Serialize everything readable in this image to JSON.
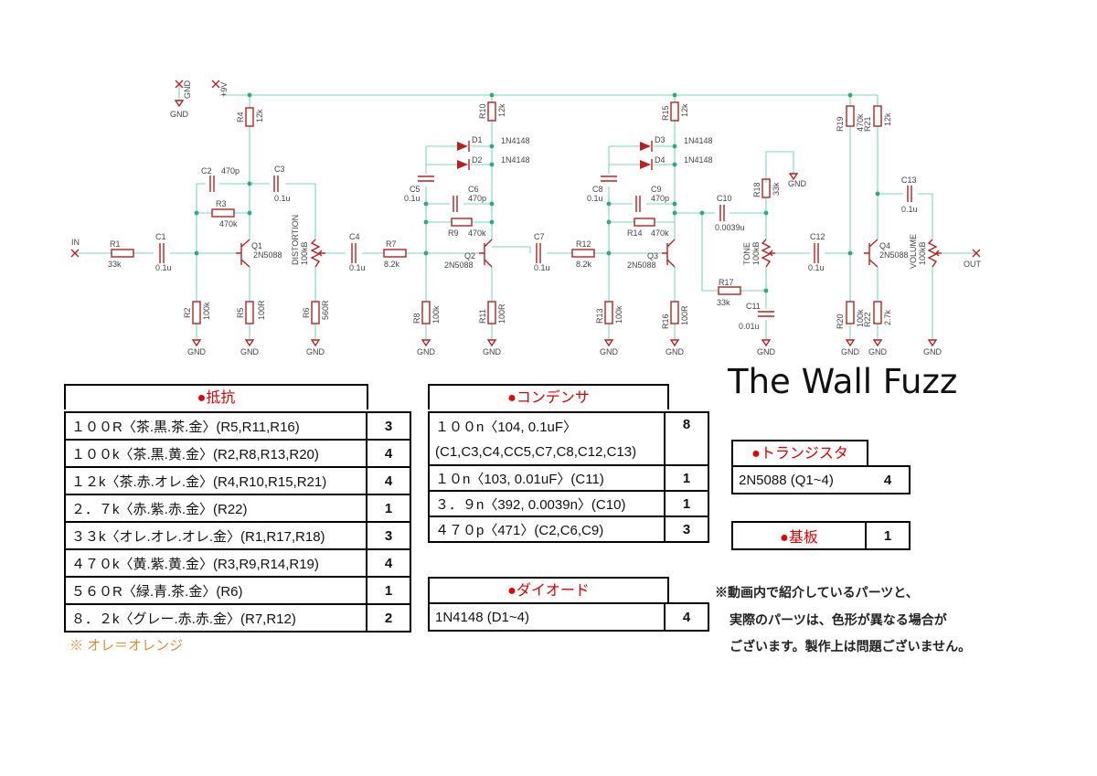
{
  "schematic": {
    "labels": {
      "in": "IN",
      "out": "OUT",
      "vcc": "+9V",
      "gnd": "GND",
      "r1": "R1",
      "r1v": "33k",
      "c1": "C1",
      "c1v": "0.1u",
      "c2": "C2",
      "c2v": "470p",
      "c3": "C3",
      "c3v": "0.1u",
      "r3": "R3",
      "r3v": "470k",
      "r4": "R4",
      "r4v": "12k",
      "q1": "Q1",
      "q1v": "2N5088",
      "r2": "R2",
      "r2v": "100k",
      "r5": "R5",
      "r5v": "100R",
      "dist": "DISTORTION",
      "distv": "100kB",
      "r6": "R6",
      "r6v": "560R",
      "c4": "C4",
      "c4v": "0.1u",
      "r7": "R7",
      "r7v": "8.2k",
      "r8": "R8",
      "r8v": "100k",
      "r10": "R10",
      "r10v": "12k",
      "d1": "D1",
      "d1v": "1N4148",
      "d2": "D2",
      "d2v": "1N4148",
      "c5": "C5",
      "c5v": "0.1u",
      "c6": "C6",
      "c6v": "470p",
      "r9": "R9",
      "r9v": "470k",
      "q2": "Q2",
      "q2v": "2N5088",
      "r11": "R11",
      "r11v": "100R",
      "c7": "C7",
      "c7v": "0.1u",
      "r12": "R12",
      "r12v": "8.2k",
      "r13": "R13",
      "r13v": "100k",
      "r15": "R15",
      "r15v": "12k",
      "d3": "D3",
      "d3v": "1N4148",
      "d4": "D4",
      "d4v": "1N4148",
      "c8": "C8",
      "c8v": "0.1u",
      "c9": "C9",
      "c9v": "470p",
      "r14": "R14",
      "r14v": "470k",
      "q3": "Q3",
      "q3v": "2N5088",
      "r16": "R16",
      "r16v": "100R",
      "c10": "C10",
      "c10v": "0.0039u",
      "r18": "R18",
      "r18v": "33k",
      "tone": "TONE",
      "tonev": "100kB",
      "r17": "R17",
      "r17v": "33k",
      "c11": "C11",
      "c11v": "0.01u",
      "c12": "C12",
      "c12v": "0.1u",
      "r19": "R19",
      "r19v": "470k",
      "r21": "R21",
      "r21v": "12k",
      "c13": "C13",
      "c13v": "0.1u",
      "q4": "Q4",
      "q4v": "2N5088",
      "r20": "R20",
      "r20v": "100k",
      "r22": "R22",
      "r22v": "2.7k",
      "vol": "VOLUME",
      "volv": "100kB"
    }
  },
  "title": "The Wall Fuzz",
  "resistors": {
    "header": "抵抗",
    "rows": [
      {
        "desc": "１００R〈茶.黒.茶.金〉(R5,R11,R16)",
        "qty": "3"
      },
      {
        "desc": "１００k〈茶.黒.黄.金〉(R2,R8,R13,R20)",
        "qty": "4"
      },
      {
        "desc": "１２k〈茶.赤.オレ.金〉(R4,R10,R15,R21)",
        "qty": "4"
      },
      {
        "desc": "２．７k〈赤.紫.赤.金〉(R22)",
        "qty": "1"
      },
      {
        "desc": "３３k〈オレ.オレ.オレ.金〉(R1,R17,R18)",
        "qty": "3"
      },
      {
        "desc": "４７０k〈黄.紫.黄.金〉(R3,R9,R14,R19)",
        "qty": "4"
      },
      {
        "desc": "５６０R〈緑.青.茶.金〉(R6)",
        "qty": "1"
      },
      {
        "desc": "８．２k〈グレー.赤.赤.金〉(R7,R12)",
        "qty": "2"
      }
    ],
    "note": "※ オレ＝オレンジ"
  },
  "capacitors": {
    "header": "コンデンサ",
    "rows": [
      {
        "desc": "１００n〈104, 0.1uF〉",
        "desc2": "(C1,C3,C4,CC5,C7,C8,C12,C13)",
        "qty": "8"
      },
      {
        "desc": "１０n〈103, 0.01uF〉(C11)",
        "qty": "1"
      },
      {
        "desc": "３．９n〈392, 0.0039n〉(C10)",
        "qty": "1"
      },
      {
        "desc": "４７０p〈471〉(C2,C6,C9)",
        "qty": "3"
      }
    ]
  },
  "diode": {
    "header": "ダイオード",
    "rows": [
      {
        "desc": "1N4148 (D1~4)",
        "qty": "4"
      }
    ]
  },
  "transistor": {
    "header": "トランジスタ",
    "rows": [
      {
        "desc": "2N5088 (Q1~4)",
        "qty": "4"
      }
    ]
  },
  "board": {
    "label": "基板",
    "qty": "1"
  },
  "notice": [
    "※動画内で紹介しているパーツと、",
    "実際のパーツは、色形が異なる場合が",
    "ございます。製作上は問題ございません。"
  ],
  "colors": {
    "accent": "#d40000",
    "wire": "#7fd4b4",
    "component": "#b22222",
    "note": "#e08a3c"
  }
}
